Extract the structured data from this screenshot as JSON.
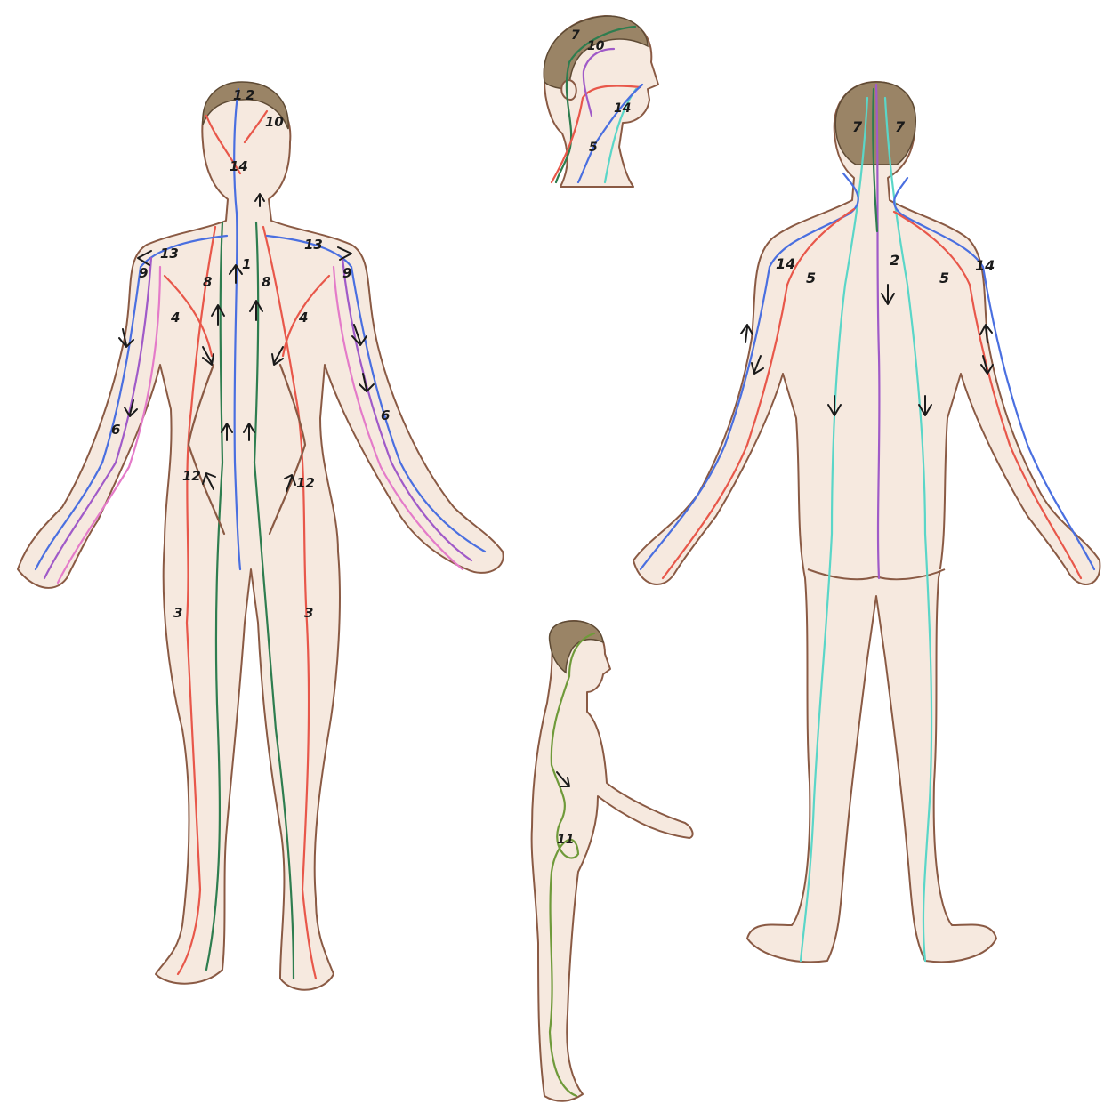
{
  "colors": {
    "background": "#ffffff",
    "skin": "#f6e9df",
    "outline": "#8a5a44",
    "hair": "#9a8466",
    "meridian_red": "#e8574a",
    "meridian_blue": "#4a6fe0",
    "meridian_green": "#2e7d4f",
    "meridian_purple": "#a05ac8",
    "meridian_pink": "#e47bc9",
    "meridian_cyan": "#5ad6c8",
    "meridian_olive": "#6f9a3a",
    "arrow": "#1a1a1a"
  },
  "figures": {
    "front_body": {
      "labels": [
        "1",
        "2",
        "10",
        "14",
        "13",
        "13",
        "9",
        "9",
        "8",
        "1",
        "8",
        "4",
        "4",
        "6",
        "6",
        "12",
        "12",
        "3",
        "3"
      ]
    },
    "head_profile": {
      "labels": [
        "7",
        "10",
        "14",
        "5"
      ]
    },
    "back_body": {
      "labels": [
        "7",
        "7",
        "2",
        "14",
        "5",
        "5",
        "14"
      ]
    },
    "side_body": {
      "labels": [
        "11"
      ]
    }
  }
}
